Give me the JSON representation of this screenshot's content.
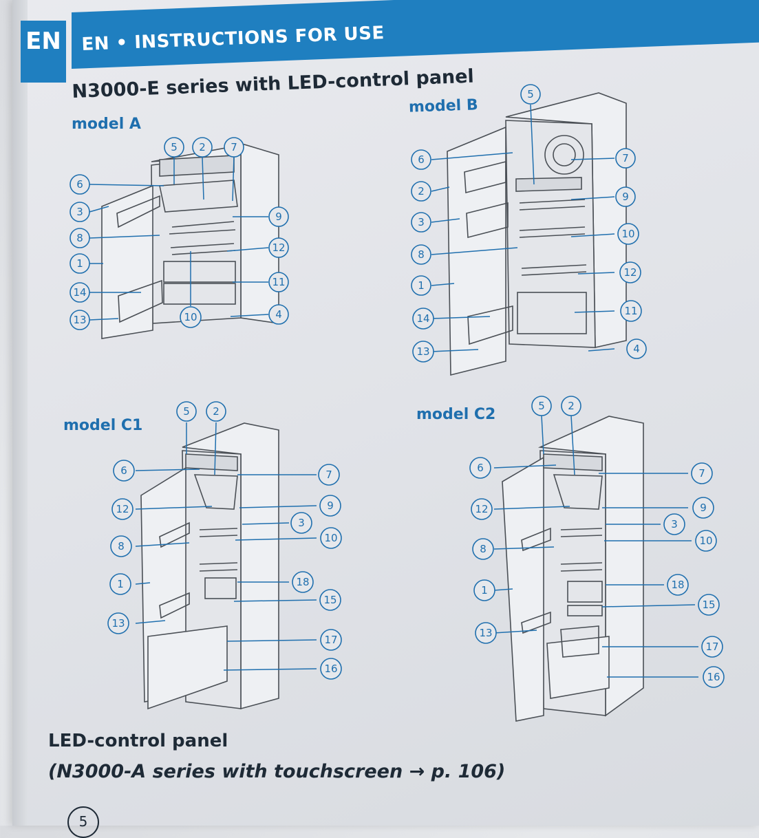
{
  "lang_tab": "EN",
  "header": "EN • INSTRUCTIONS FOR USE",
  "title": "N3000-E series with LED-control panel",
  "models": {
    "a": {
      "label": "model A",
      "callouts_left": [
        "6",
        "3",
        "8",
        "1",
        "14",
        "13"
      ],
      "callouts_top": [
        "5",
        "2",
        "7"
      ],
      "callouts_right": [
        "9",
        "12",
        "11",
        "4"
      ],
      "callouts_bottom": [
        "10"
      ]
    },
    "b": {
      "label": "model B",
      "callouts_left": [
        "6",
        "2",
        "3",
        "8",
        "1",
        "14",
        "13"
      ],
      "callouts_top": [
        "5"
      ],
      "callouts_right": [
        "7",
        "9",
        "10",
        "12",
        "11",
        "4"
      ]
    },
    "c1": {
      "label": "model C1",
      "callouts_left": [
        "6",
        "12",
        "8",
        "1",
        "13"
      ],
      "callouts_top": [
        "5",
        "2"
      ],
      "callouts_right": [
        "7",
        "9",
        "3",
        "10",
        "18",
        "15",
        "17",
        "16"
      ]
    },
    "c2": {
      "label": "model C2",
      "callouts_left": [
        "6",
        "12",
        "8",
        "1",
        "13"
      ],
      "callouts_top": [
        "5",
        "2"
      ],
      "callouts_right": [
        "7",
        "9",
        "3",
        "10",
        "18",
        "15",
        "17",
        "16"
      ]
    }
  },
  "led_title": "LED-control panel",
  "led_subtitle": "(N3000-A series with touchscreen → p. 106)",
  "corner_number": "5",
  "colors": {
    "accent": "#1f7fc0",
    "text": "#1e2a36",
    "callout": "#1f6fae"
  }
}
